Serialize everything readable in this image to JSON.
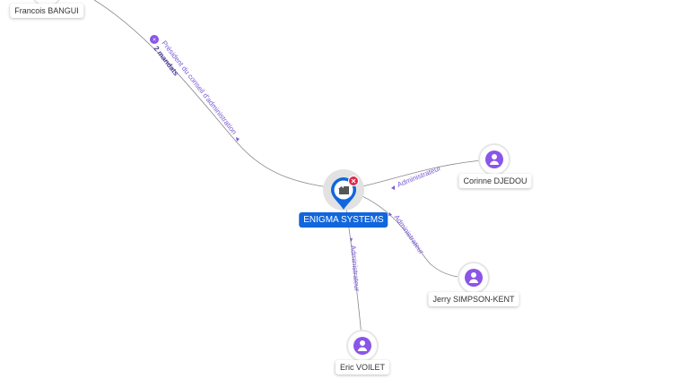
{
  "center": {
    "name": "ENIGMA SYSTEMS",
    "icon": "building-icon",
    "badge_icon": "close-icon"
  },
  "people": [
    {
      "name": "Francois BANGUI",
      "icon": "person-icon",
      "role": "Président du conseil d'administration",
      "mandats": "2 mandats"
    },
    {
      "name": "Corinne DJEDOU",
      "icon": "person-icon",
      "role": "Administrateur"
    },
    {
      "name": "Jerry SIMPSON-KENT",
      "icon": "person-icon",
      "role": "Administrateur"
    },
    {
      "name": "Eric VOILET",
      "icon": "person-icon",
      "role": "Administrateur"
    }
  ],
  "colors": {
    "accent": "#1166dd",
    "person": "#8a55e8",
    "edge_label": "#7b5ad8",
    "badge": "#e0264a",
    "edge": "#777777"
  }
}
